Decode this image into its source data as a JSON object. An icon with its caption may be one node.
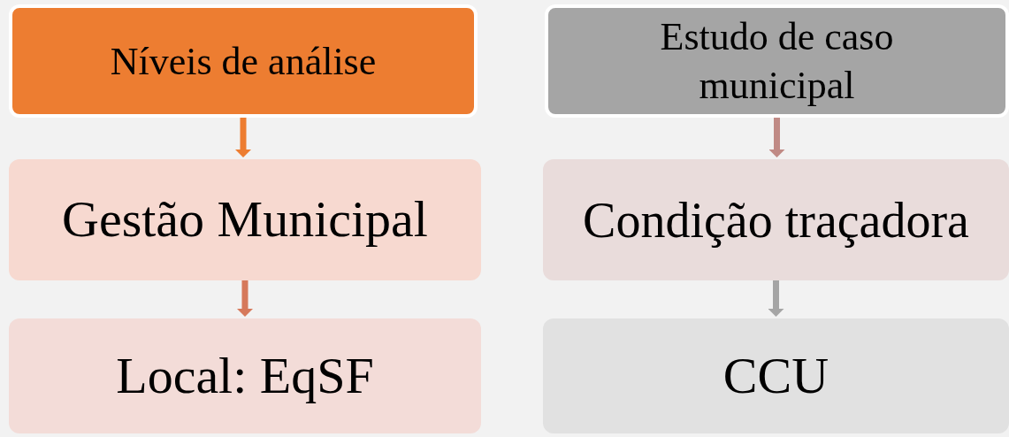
{
  "diagram": {
    "nodes": [
      {
        "text": [
          "Níveis de análise"
        ]
      },
      {
        "text": [
          "Gestão Municipal"
        ]
      },
      {
        "text": [
          "Local: EqSF"
        ]
      },
      {
        "text": [
          "Estudo de caso municipal"
        ]
      },
      {
        "text": [
          "Condição traçadora"
        ]
      },
      {
        "text": [
          "CCU"
        ]
      }
    ],
    "edges": [
      {
        "from": 0,
        "to": 1,
        "arrow": "to",
        "color": "#ed7d31"
      },
      {
        "from": 1,
        "to": 2,
        "arrow": "to",
        "color": "#d6795b"
      },
      {
        "from": 3,
        "to": 4,
        "arrow": "to",
        "color": "#c08a85"
      },
      {
        "from": 4,
        "to": 5,
        "arrow": "to",
        "color": "#a5a5a5"
      }
    ]
  }
}
